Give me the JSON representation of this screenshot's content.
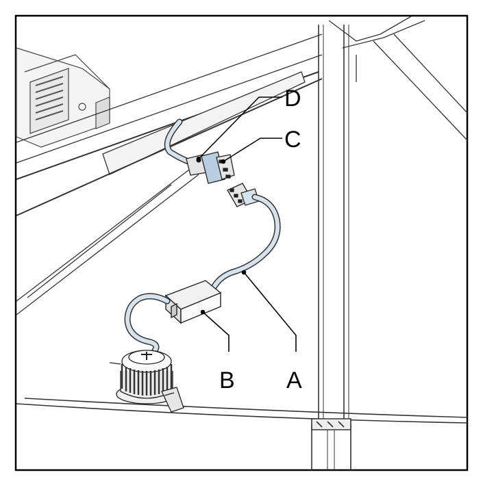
{
  "callouts": {
    "a": "A",
    "b": "B",
    "c": "C",
    "d": "D"
  },
  "colors": {
    "frame": "#000000",
    "line_art": "#3a3a3a",
    "cable_fill": "#d6e2ec",
    "connector_fill": "#b8cde0",
    "grey_fill": "#e6e6e6",
    "background": "#ffffff"
  },
  "icons": [
    "led-downlight-icon",
    "led-driver-icon",
    "plug-connector-icon",
    "socket-connector-icon"
  ]
}
